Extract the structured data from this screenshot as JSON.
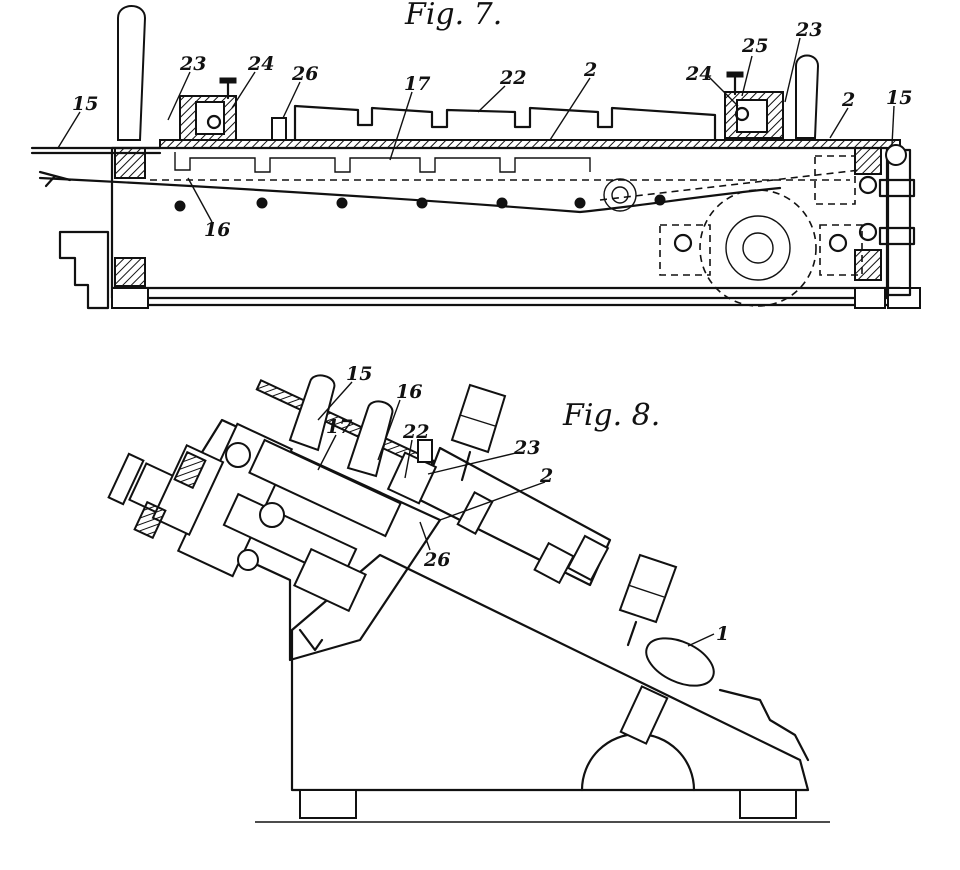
{
  "figures": [
    {
      "title": "Fig. 7.",
      "refs": [
        {
          "id": "r7_15a",
          "text": "15"
        },
        {
          "id": "r7_23a",
          "text": "23"
        },
        {
          "id": "r7_24a",
          "text": "24"
        },
        {
          "id": "r7_26",
          "text": "26"
        },
        {
          "id": "r7_17",
          "text": "17"
        },
        {
          "id": "r7_22",
          "text": "22"
        },
        {
          "id": "r7_2a",
          "text": "2"
        },
        {
          "id": "r7_24b",
          "text": "24"
        },
        {
          "id": "r7_25",
          "text": "25"
        },
        {
          "id": "r7_23b",
          "text": "23"
        },
        {
          "id": "r7_2b",
          "text": "2"
        },
        {
          "id": "r7_15b",
          "text": "15"
        },
        {
          "id": "r7_16",
          "text": "16"
        }
      ]
    },
    {
      "title": "Fig. 8.",
      "refs": [
        {
          "id": "r8_15",
          "text": "15"
        },
        {
          "id": "r8_16",
          "text": "16"
        },
        {
          "id": "r8_17",
          "text": "17"
        },
        {
          "id": "r8_22",
          "text": "22"
        },
        {
          "id": "r8_23",
          "text": "23"
        },
        {
          "id": "r8_2",
          "text": "2"
        },
        {
          "id": "r8_26",
          "text": "26"
        },
        {
          "id": "r8_1",
          "text": "1"
        }
      ]
    }
  ],
  "colors": {
    "ink": "#111111",
    "paper": "#ffffff"
  }
}
